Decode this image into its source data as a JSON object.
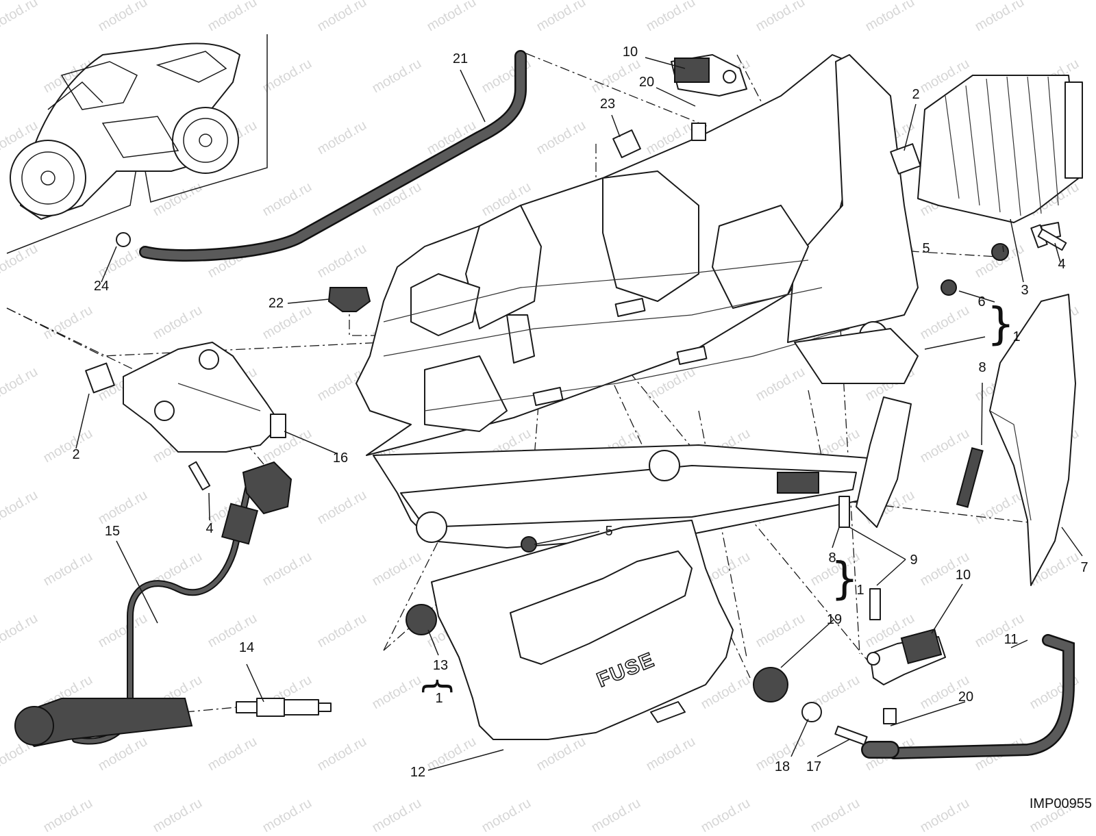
{
  "diagram": {
    "code": "IMP00955",
    "watermark": "motod.ru",
    "fuse_label": "FUSE",
    "callouts": {
      "c1a": "1",
      "c1b": "1",
      "c1c": "1",
      "c2a": "2",
      "c2b": "2",
      "c3": "3",
      "c4a": "4",
      "c4b": "4",
      "c5a": "5",
      "c5b": "5",
      "c6": "6",
      "c7": "7",
      "c8a": "8",
      "c8b": "8",
      "c9": "9",
      "c10a": "10",
      "c10b": "10",
      "c11": "11",
      "c12": "12",
      "c13": "13",
      "c14": "14",
      "c15": "15",
      "c16": "16",
      "c17": "17",
      "c18": "18",
      "c19": "19",
      "c20a": "20",
      "c20b": "20",
      "c21": "21",
      "c22": "22",
      "c23": "23",
      "c24": "24"
    }
  }
}
